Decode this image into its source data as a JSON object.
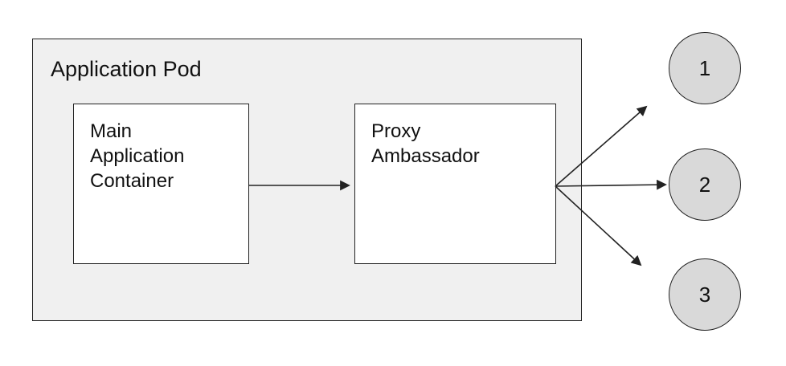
{
  "diagram": {
    "pod_label": "Application Pod",
    "nodes": {
      "main": {
        "label": "Main\nApplication\nContainer"
      },
      "proxy": {
        "label": "Proxy\nAmbassador"
      }
    },
    "endpoints": [
      {
        "label": "1"
      },
      {
        "label": "2"
      },
      {
        "label": "3"
      }
    ],
    "colors": {
      "pod_fill": "#f0f0f0",
      "node_fill": "#ffffff",
      "endpoint_fill": "#d9d9d9",
      "stroke": "#222222"
    }
  }
}
